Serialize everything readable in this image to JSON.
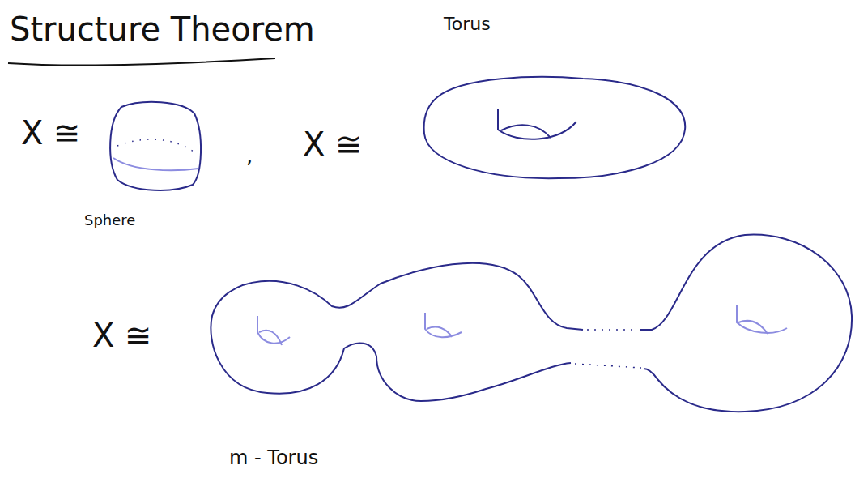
{
  "diagram": {
    "title": "Structure Theorem",
    "labels": [
      "X ≅",
      "Sphere",
      ",",
      "X ≅",
      "Torus",
      "X ≅",
      "m - Torus"
    ]
  }
}
